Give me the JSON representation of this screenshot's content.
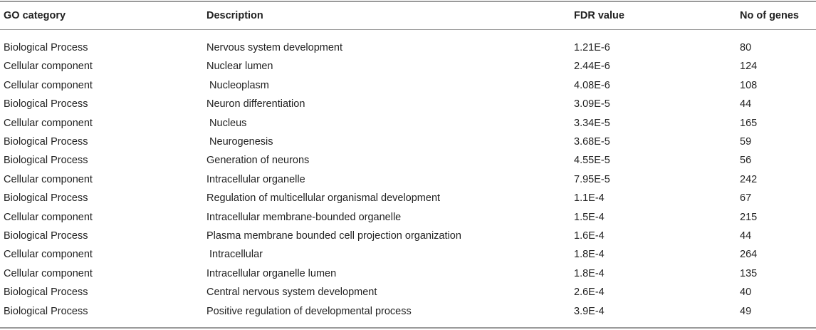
{
  "table": {
    "headers": [
      "GO category",
      "Description",
      "FDR value",
      "No of genes"
    ],
    "rows": [
      [
        "Biological Process",
        "Nervous system development",
        "1.21E-6",
        "80"
      ],
      [
        "Cellular component",
        "Nuclear lumen",
        "2.44E-6",
        "124"
      ],
      [
        "Cellular component",
        " Nucleoplasm",
        "4.08E-6",
        "108"
      ],
      [
        "Biological Process",
        "Neuron differentiation",
        "3.09E-5",
        "44"
      ],
      [
        "Cellular component",
        " Nucleus",
        "3.34E-5",
        "165"
      ],
      [
        "Biological Process",
        " Neurogenesis",
        "3.68E-5",
        "59"
      ],
      [
        "Biological Process",
        "Generation of neurons",
        "4.55E-5",
        "56"
      ],
      [
        "Cellular component",
        "Intracellular organelle",
        "7.95E-5",
        "242"
      ],
      [
        "Biological Process",
        "Regulation of multicellular organismal development",
        "1.1E-4",
        "67"
      ],
      [
        "Cellular component",
        "Intracellular membrane-bounded organelle",
        "1.5E-4",
        "215"
      ],
      [
        "Biological Process",
        "Plasma membrane bounded cell projection organization",
        "1.6E-4",
        "44"
      ],
      [
        "Cellular component",
        " Intracellular",
        "1.8E-4",
        "264"
      ],
      [
        "Cellular component",
        "Intracellular organelle lumen",
        "1.8E-4",
        "135"
      ],
      [
        "Biological Process",
        "Central nervous system development",
        "2.6E-4",
        "40"
      ],
      [
        "Biological Process",
        "Positive regulation of developmental process",
        "3.9E-4",
        "49"
      ]
    ]
  }
}
